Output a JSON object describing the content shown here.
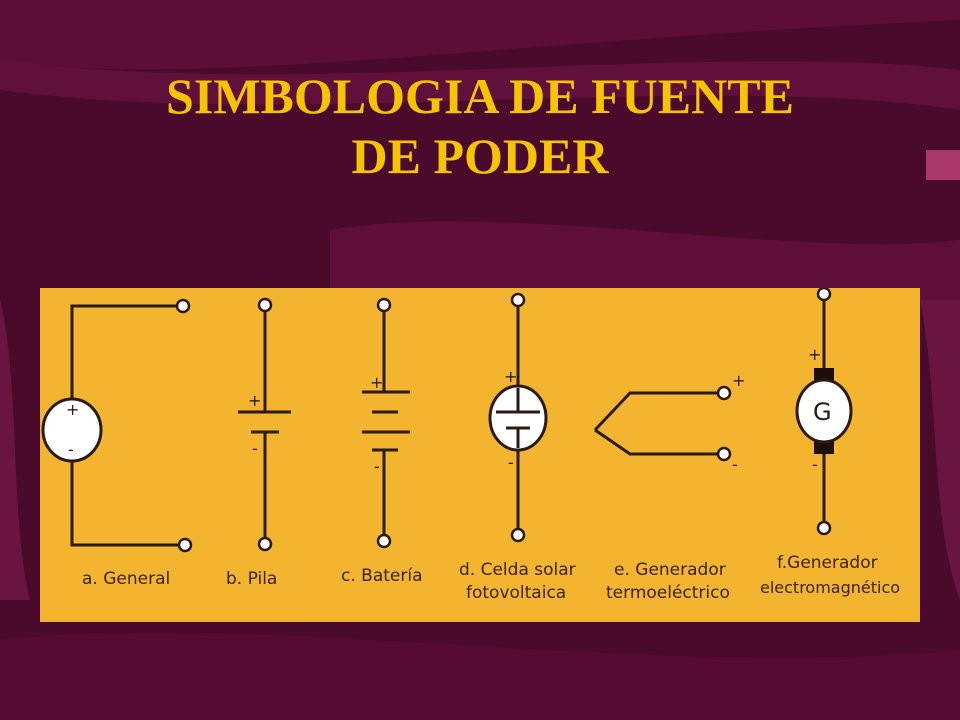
{
  "slide": {
    "title_line1": "SIMBOLOGIA DE FUENTE",
    "title_line2": "DE PODER",
    "colors": {
      "background": "#4a0a2c",
      "title": "#f6c400",
      "panel": "#f3b530",
      "ink": "#2a1a12"
    }
  },
  "symbols": {
    "a": {
      "caption": "a. General",
      "plus": "+",
      "minus": "-"
    },
    "b": {
      "caption": "b. Pila",
      "plus": "+",
      "minus": "-"
    },
    "c": {
      "caption": "c. Batería",
      "plus": "+",
      "minus": "-"
    },
    "d": {
      "caption_line1": "d. Celda solar",
      "caption_line2": "fotovoltaica",
      "plus": "+",
      "minus": "-"
    },
    "e": {
      "caption_line1": "e. Generador",
      "caption_line2": "termoeléctrico",
      "plus": "+",
      "minus": "-"
    },
    "f": {
      "caption_line1": "f.Generador",
      "caption_line2": "electromagnético",
      "plus": "+",
      "minus": "-",
      "letter": "G"
    }
  }
}
